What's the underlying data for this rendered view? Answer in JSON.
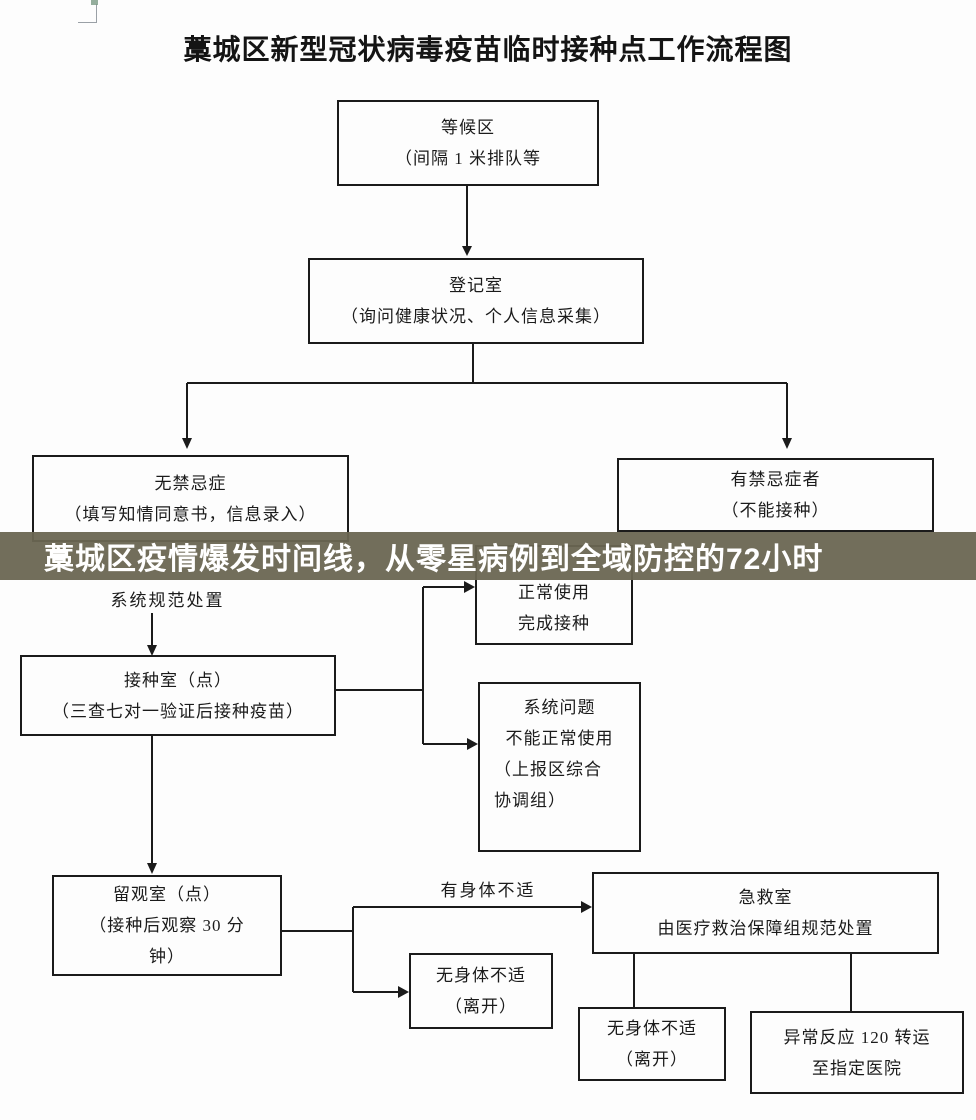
{
  "colors": {
    "banner_bg": "#6a6652",
    "banner_text": "#ffffff",
    "line_ink": "#1b1b1b",
    "page_bg": "#fdfdfd"
  },
  "header": {
    "title": "藁城区新型冠状病毒疫苗临时接种点工作流程图"
  },
  "banner": {
    "text": "藁城区疫情爆发时间线，从零星病例到全域防控的72小时"
  },
  "flowchart": {
    "waiting_area": {
      "line1": "等候区",
      "line2": "（间隔 1 米排队等"
    },
    "registration_room": {
      "line1": "登记室",
      "line2": "（询问健康状况、个人信息采集）"
    },
    "no_contraindication": {
      "line1": "无禁忌症",
      "line2": "（填写知情同意书，信息录入）"
    },
    "has_contraindication": {
      "line1": "有禁忌症者",
      "line2": "（不能接种）"
    },
    "system_standard_caption": "系统规范处置",
    "system_normal": {
      "line1": "正常使用",
      "line2": "完成接种"
    },
    "vaccination_room": {
      "line1": "接种室（点）",
      "line2": "（三查七对一验证后接种疫苗）"
    },
    "system_problem": {
      "line1": "系统问题",
      "line2": "不能正常使用",
      "line3": "（上报区综合",
      "line4": "协调组）"
    },
    "observation_room": {
      "line1": "留观室（点）",
      "line2": "（接种后观察 30 分",
      "line3": "钟）"
    },
    "discomfort_label": "有身体不适",
    "no_discomfort_mid": {
      "line1": "无身体不适",
      "line2": "（离开）"
    },
    "emergency_room": {
      "line1": "急救室",
      "line2": "由医疗救治保障组规范处置"
    },
    "no_discomfort_bottom": {
      "line1": "无身体不适",
      "line2": "（离开）"
    },
    "abnormal_reaction": {
      "line1": "异常反应 120 转运",
      "line2": "至指定医院"
    }
  }
}
